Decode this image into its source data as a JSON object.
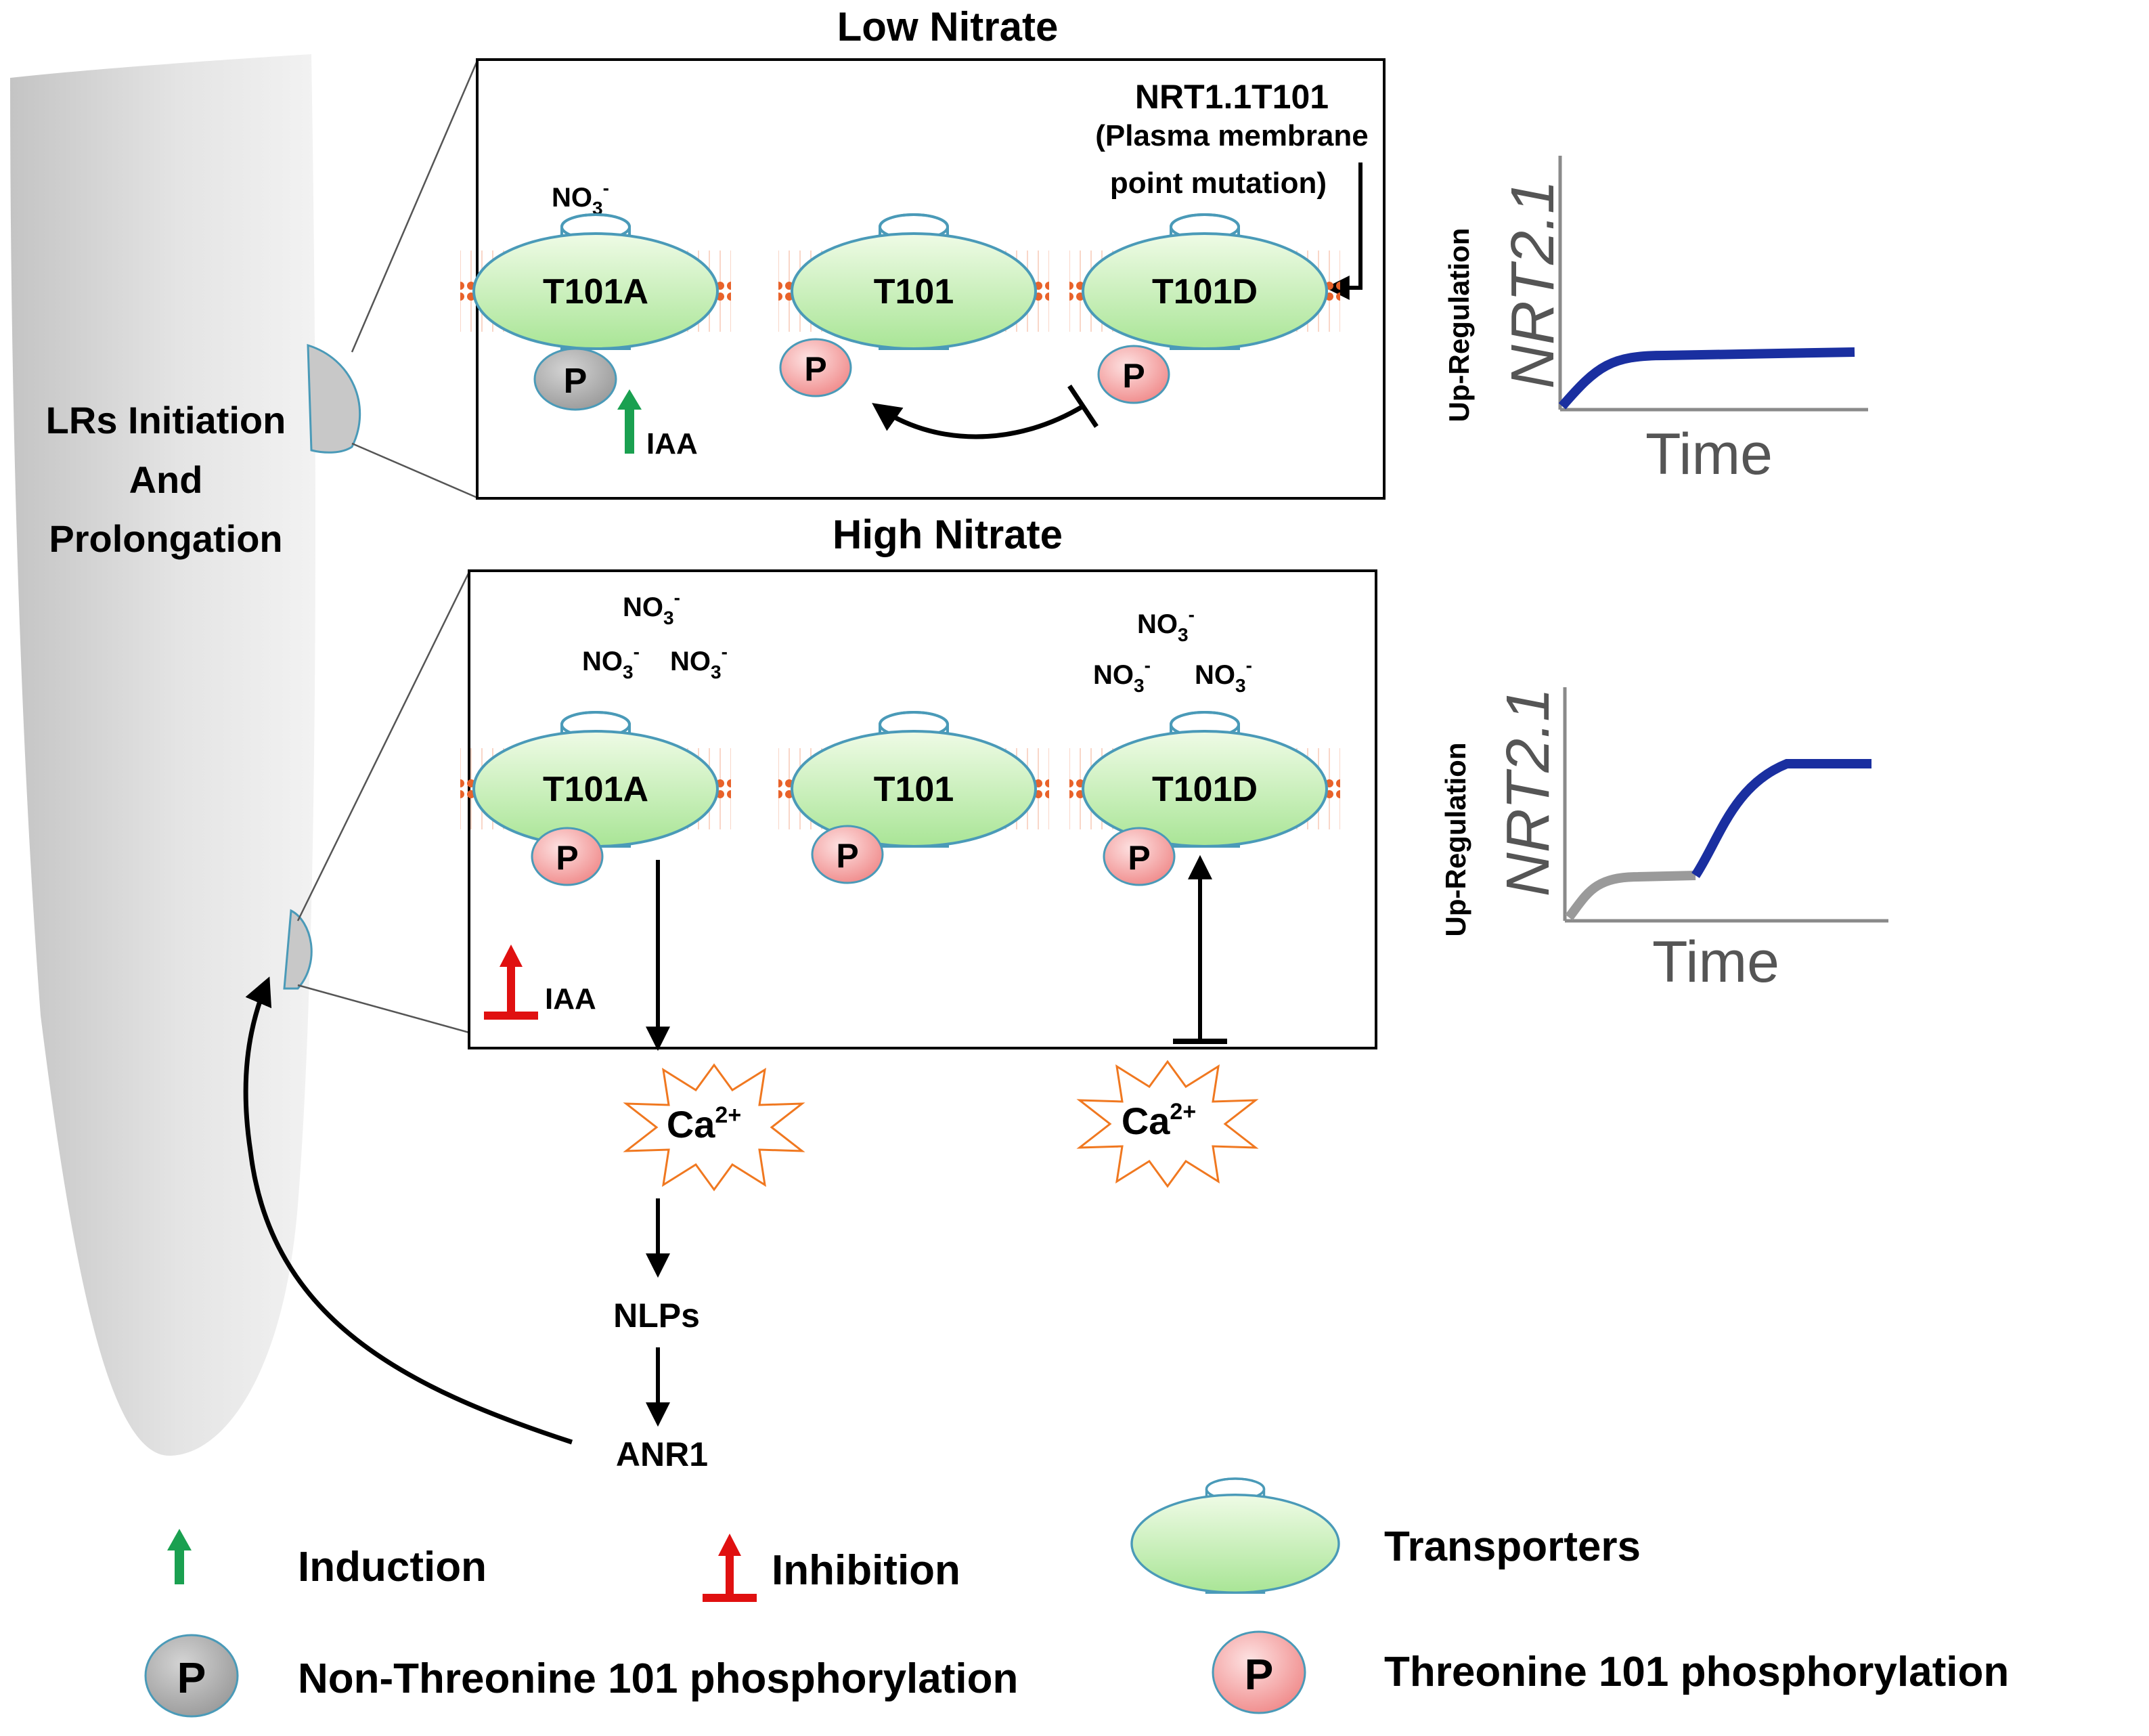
{
  "root": {
    "label_line1": "LRs  Initiation",
    "label_line2": "And",
    "label_line3": "Prolongation"
  },
  "low_panel": {
    "title": "Low Nitrate",
    "mutation_line1": "NRT1.1T101",
    "mutation_line2": "(Plasma membrane",
    "mutation_line3": "point mutation)",
    "nitrate": "NO",
    "transporters": [
      "T101A",
      "T101",
      "T101D"
    ],
    "phospho": "P",
    "iaa": "IAA"
  },
  "high_panel": {
    "title": "High Nitrate",
    "nitrate": "NO",
    "transporters": [
      "T101A",
      "T101",
      "T101D"
    ],
    "phospho": "P",
    "iaa": "IAA"
  },
  "ion": {
    "subscript": "3",
    "charge": "-"
  },
  "calcium": {
    "base": "Ca",
    "charge": "2+"
  },
  "pathway": {
    "nlps": "NLPs",
    "anr1": "ANR1"
  },
  "graphs": {
    "ylabel": "Up-Regulation",
    "gene": "NRT2.1",
    "xlabel": "Time"
  },
  "legend": {
    "induction": "Induction",
    "inhibition": "Inhibition",
    "transporters": "Transporters",
    "non_t101": "Non-Threonine 101 phosphorylation",
    "t101": "Threonine 101 phosphorylation",
    "p": "P"
  },
  "colors": {
    "membrane": "#e8622a",
    "transporter_fill": "#c8f0b0",
    "transporter_stroke": "#4a9ab8",
    "p_pink": "#f39a9a",
    "p_gray": "#a8a8a8",
    "induction": "#1aa050",
    "inhibition": "#e01010",
    "curve_blue": "#1a2fa0",
    "curve_gray": "#9a9a9a",
    "calcium": "#f07820"
  }
}
